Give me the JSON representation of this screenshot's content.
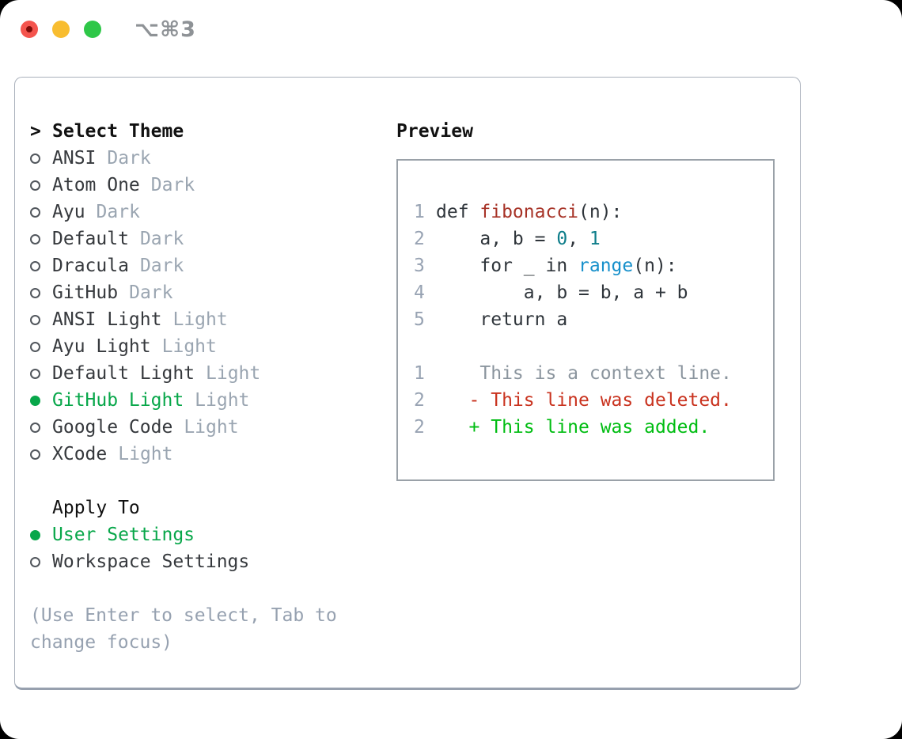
{
  "window": {
    "title": "⌥⌘3",
    "traffic_lights": [
      "close-button",
      "minimize-button",
      "zoom-button"
    ]
  },
  "theme_picker": {
    "prompt": ">",
    "title": "Select Theme",
    "radio_unselected": "○",
    "radio_selected": "●",
    "items": [
      {
        "name": "ANSI",
        "variant": "Dark",
        "selected": false
      },
      {
        "name": "Atom One",
        "variant": "Dark",
        "selected": false
      },
      {
        "name": "Ayu",
        "variant": "Dark",
        "selected": false
      },
      {
        "name": "Default",
        "variant": "Dark",
        "selected": false
      },
      {
        "name": "Dracula",
        "variant": "Dark",
        "selected": false
      },
      {
        "name": "GitHub",
        "variant": "Dark",
        "selected": false
      },
      {
        "name": "ANSI Light",
        "variant": "Light",
        "selected": false
      },
      {
        "name": "Ayu Light",
        "variant": "Light",
        "selected": false
      },
      {
        "name": "Default Light",
        "variant": "Light",
        "selected": false
      },
      {
        "name": "GitHub Light",
        "variant": "Light",
        "selected": true
      },
      {
        "name": "Google Code",
        "variant": "Light",
        "selected": false
      },
      {
        "name": "XCode",
        "variant": "Light",
        "selected": false
      }
    ]
  },
  "apply_to": {
    "title": "Apply To",
    "options": [
      {
        "label": "User Settings",
        "selected": true
      },
      {
        "label": "Workspace Settings",
        "selected": false
      }
    ]
  },
  "help_text": "(Use Enter to select, Tab to change focus)",
  "preview": {
    "title": "Preview",
    "code_lines": [
      {
        "number": "1",
        "segments": [
          {
            "text": "def ",
            "style": "code"
          },
          {
            "text": "fibonacci",
            "style": "function"
          },
          {
            "text": "(n):",
            "style": "code"
          }
        ]
      },
      {
        "number": "2",
        "segments": [
          {
            "text": "    a, b = ",
            "style": "code"
          },
          {
            "text": "0",
            "style": "number"
          },
          {
            "text": ", ",
            "style": "code"
          },
          {
            "text": "1",
            "style": "number"
          }
        ]
      },
      {
        "number": "3",
        "segments": [
          {
            "text": "    for _ in ",
            "style": "code"
          },
          {
            "text": "range",
            "style": "builtin"
          },
          {
            "text": "(n):",
            "style": "code"
          }
        ]
      },
      {
        "number": "4",
        "segments": [
          {
            "text": "        a, b = b, a + b",
            "style": "code"
          }
        ]
      },
      {
        "number": "5",
        "segments": [
          {
            "text": "    return a",
            "style": "code"
          }
        ]
      }
    ],
    "diff_lines": [
      {
        "number": "1",
        "text": "    This is a context line.",
        "kind": "context"
      },
      {
        "number": "2",
        "text": "   - This line was deleted.",
        "kind": "deleted"
      },
      {
        "number": "2",
        "text": "   + This line was added.",
        "kind": "added"
      }
    ]
  },
  "colors": {
    "accent_green": "#08a74a",
    "added_green": "#00bd12",
    "deleted_red": "#c9331f",
    "context_gray": "#8b959e",
    "function_red": "#a73327",
    "number_teal": "#0d7d8a",
    "builtin_blue": "#1790cb",
    "muted_gray": "#9aa5b1",
    "text_dark": "#36393d",
    "line_number_gray": "#98a3b3",
    "panel_border": "#a9b0bb",
    "traffic_red": "#f4544d",
    "traffic_yellow": "#f8bd30",
    "traffic_green": "#2ec748"
  }
}
